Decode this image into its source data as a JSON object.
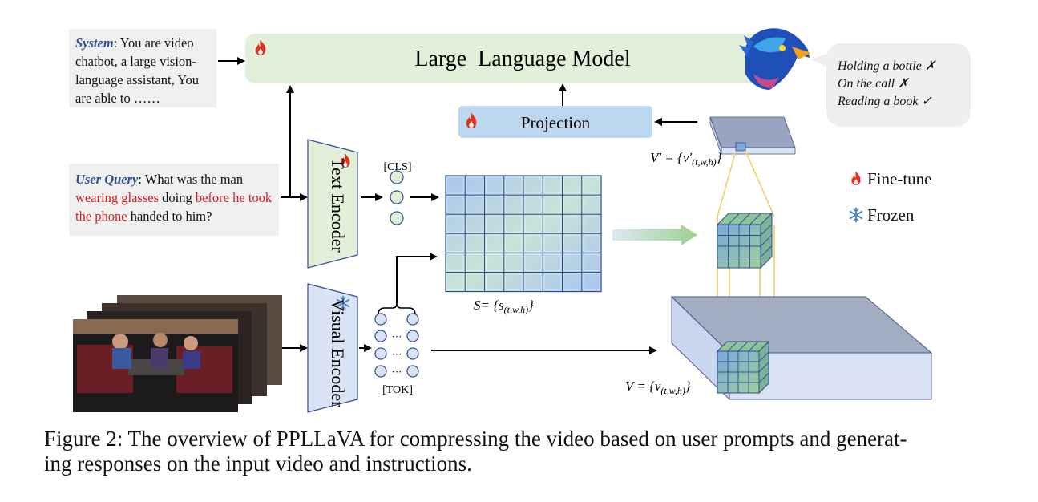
{
  "llm_label": "Large  Language Model",
  "projection_label": "Projection",
  "system_prompt": {
    "lead": "System",
    "text": ": You are video chatbot, a large vision-language assistant, You are able to  ……"
  },
  "user_query": {
    "lead": "User Query",
    "segments": [
      {
        "text": ": What was the man ",
        "highlight": false
      },
      {
        "text": "wearing glasses",
        "highlight": true
      },
      {
        "text": " doing ",
        "highlight": false
      },
      {
        "text": "before he took the phone",
        "highlight": true
      },
      {
        "text": " handed to him?",
        "highlight": false
      }
    ]
  },
  "responses": [
    {
      "text": "Holding a bottle",
      "mark": "✗"
    },
    {
      "text": "On the call",
      "mark": "✗"
    },
    {
      "text": "Reading a book",
      "mark": "✓"
    }
  ],
  "text_encoder_label": "Text Encoder",
  "visual_encoder_label": "Visual Encoder",
  "cls_label": "[CLS]",
  "tok_label": "[TOK]",
  "ellipsis": "···",
  "similarity_label": "S= {s",
  "similarity_sub": "(t,w,h)",
  "compressed_label": "V′ = {v′",
  "compressed_sub": "(t,w,h)",
  "video_feature_label": "V = {v",
  "video_feature_sub": "(t,w,h)",
  "legend": {
    "finetune": "Fine-tune",
    "frozen": "Frozen"
  },
  "icons": {
    "finetune": "flame-icon",
    "frozen": "snowflake-icon",
    "mascot": "bird-mascot-icon"
  },
  "colors": {
    "llm_fill": "#e2efd9",
    "projection_fill": "#bdd7ee",
    "text_encoder_fill": "#e2efd9",
    "visual_encoder_fill": "#dae3f3",
    "flame": "#e0301e",
    "snow": "#4a86c8",
    "query_highlight": "#d42020"
  },
  "caption": {
    "line1": "Figure 2: The overview of PPLLaVA for compressing the video based on user prompts and generat-",
    "line2": "ing responses on the input video and instructions."
  }
}
